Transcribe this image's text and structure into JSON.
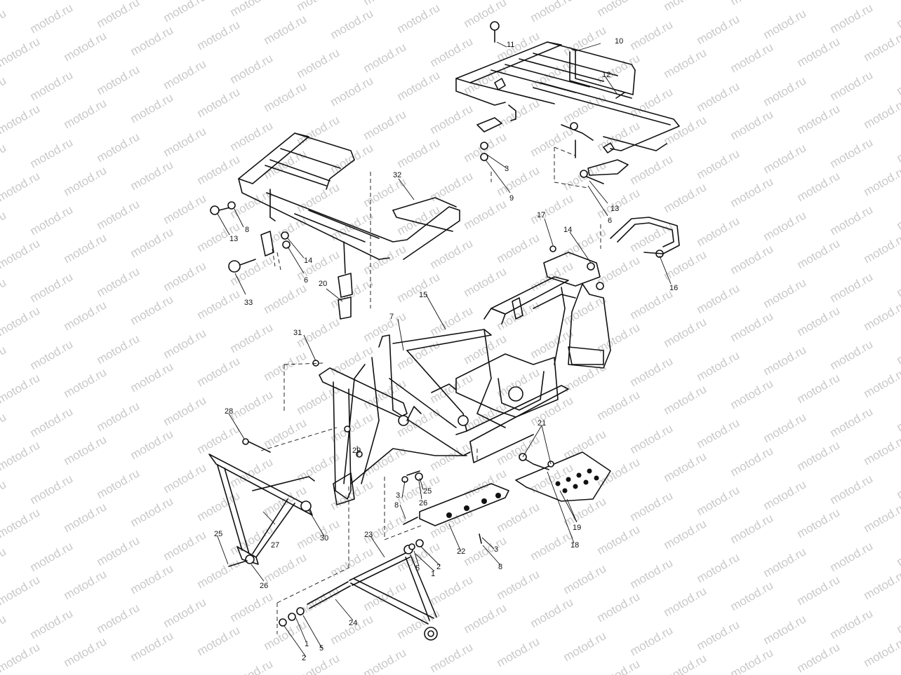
{
  "watermark": {
    "text": "motod.ru",
    "color": "#c9c9c9"
  },
  "callouts": [
    {
      "id": "c1a",
      "text": "11"
    },
    {
      "id": "c2",
      "text": "10"
    },
    {
      "id": "c3",
      "text": "12"
    },
    {
      "id": "c4",
      "text": "32"
    },
    {
      "id": "c5",
      "text": "3"
    },
    {
      "id": "c6",
      "text": "9"
    },
    {
      "id": "c7",
      "text": "13"
    },
    {
      "id": "c8",
      "text": "6"
    },
    {
      "id": "c9",
      "text": "13"
    },
    {
      "id": "c10",
      "text": "8"
    },
    {
      "id": "c11",
      "text": "14"
    },
    {
      "id": "c12",
      "text": "6"
    },
    {
      "id": "c13",
      "text": "33"
    },
    {
      "id": "c14",
      "text": "20"
    },
    {
      "id": "c15",
      "text": "17"
    },
    {
      "id": "c16",
      "text": "14"
    },
    {
      "id": "c17",
      "text": "16"
    },
    {
      "id": "c18",
      "text": "15"
    },
    {
      "id": "c19",
      "text": "7"
    },
    {
      "id": "c20",
      "text": "31"
    },
    {
      "id": "c21",
      "text": "28"
    },
    {
      "id": "c22",
      "text": "29"
    },
    {
      "id": "c23",
      "text": "21"
    },
    {
      "id": "c24",
      "text": "25"
    },
    {
      "id": "c25",
      "text": "3"
    },
    {
      "id": "c26",
      "text": "26"
    },
    {
      "id": "c27",
      "text": "8"
    },
    {
      "id": "c28",
      "text": "27"
    },
    {
      "id": "c29",
      "text": "30"
    },
    {
      "id": "c30",
      "text": "25"
    },
    {
      "id": "c31",
      "text": "26"
    },
    {
      "id": "c32",
      "text": "23"
    },
    {
      "id": "c33",
      "text": "22"
    },
    {
      "id": "c34",
      "text": "3"
    },
    {
      "id": "c35",
      "text": "8"
    },
    {
      "id": "c36",
      "text": "19"
    },
    {
      "id": "c37",
      "text": "18"
    },
    {
      "id": "c38",
      "text": "5"
    },
    {
      "id": "c39",
      "text": "2"
    },
    {
      "id": "c40",
      "text": "1"
    },
    {
      "id": "c41",
      "text": "24"
    },
    {
      "id": "c42",
      "text": "1"
    },
    {
      "id": "c43",
      "text": "5"
    },
    {
      "id": "c44",
      "text": "2"
    }
  ]
}
